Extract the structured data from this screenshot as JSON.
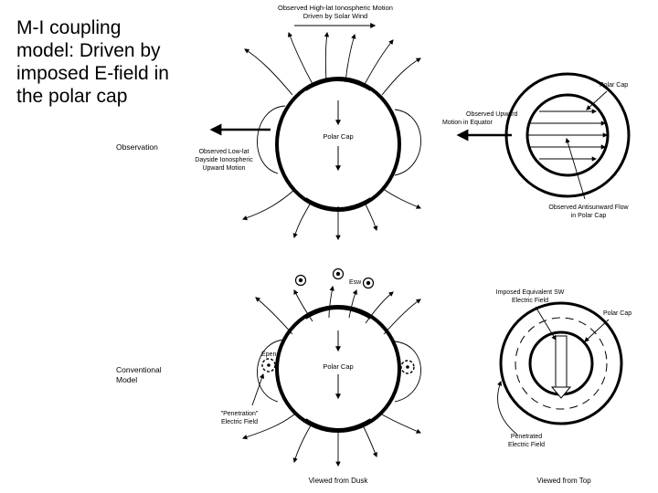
{
  "title_lines": [
    "M-I coupling",
    "model: Driven by",
    "imposed E-field in",
    "the polar cap"
  ],
  "top_dusk": {
    "sw_label_1": "Observed High-lat Ionospheric Motion",
    "sw_label_2": "Driven by Solar Wind",
    "polar_cap": "Polar Cap",
    "row_label": "Observation",
    "lowlat_1": "Observed Low-lat",
    "lowlat_2": "Dayside Ionospheric",
    "lowlat_3": "Upward Motion"
  },
  "top_top": {
    "polar_cap": "Polar Cap",
    "upward_1": "Observed Upward",
    "upward_2": "Motion in Equator",
    "anti_1": "Observed Antisunward Flow",
    "anti_2": "in Polar Cap"
  },
  "bottom_dusk": {
    "row_label_1": "Conventional",
    "row_label_2": "Model",
    "esw": "Esw",
    "epen": "Epen",
    "polar_cap": "Polar Cap",
    "pen_1": "\"Penetration\"",
    "pen_2": "Electric Field",
    "caption": "Viewed from Dusk"
  },
  "bottom_top": {
    "imposed_1": "Imposed Equivalent SW",
    "imposed_2": "Electric Field",
    "polar_cap": "Polar Cap",
    "penetrated_1": "Penetrated",
    "penetrated_2": "Electric Field",
    "caption": "Viewed from Top"
  }
}
